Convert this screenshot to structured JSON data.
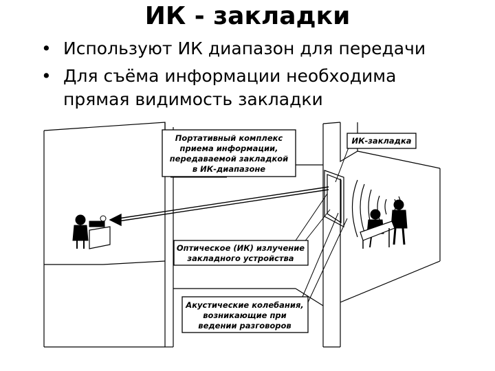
{
  "slide": {
    "title": "ИК - закладки",
    "bullets": [
      {
        "marker": "•",
        "lines": [
          "Используют ИК диапазон для передачи"
        ]
      },
      {
        "marker": "•",
        "lines": [
          "Для съёма информации необходима",
          "прямая видимость закладки"
        ]
      }
    ]
  },
  "diagram": {
    "labels": {
      "portable_complex": [
        "Портативный комплекс",
        "приема информации,",
        "передаваемой закладкой",
        "в ИК-диапазоне"
      ],
      "ir_bug": [
        "ИК-закладка"
      ],
      "optical_emission": [
        "Оптическое (ИК) излучение",
        "закладного устройства"
      ],
      "acoustic_vibrations": [
        "Акустические колебания,",
        "возникающие при",
        "ведении разговоров"
      ]
    }
  }
}
